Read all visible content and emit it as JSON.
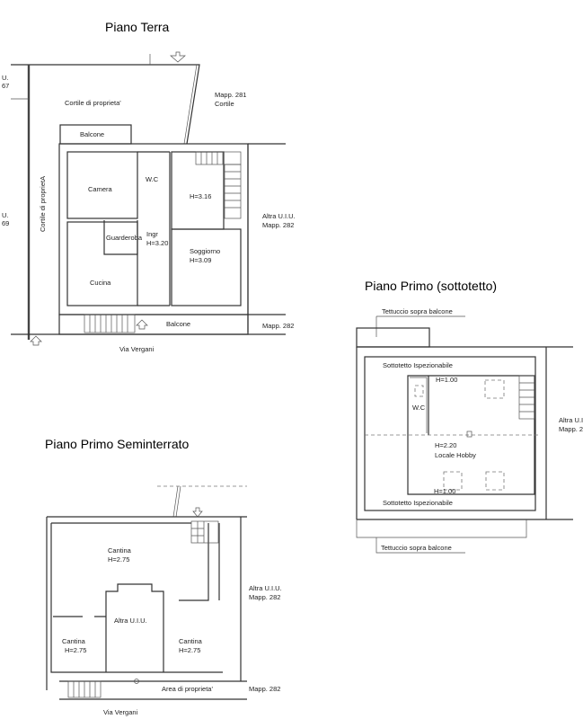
{
  "ground_floor": {
    "title": "Piano Terra",
    "labels": {
      "cortile": "Cortile di proprieta'",
      "cortile_side": "Cortile di proprietA",
      "mapp281": "Mapp. 281",
      "cortile2": "Cortile",
      "balcone_top": "Balcone",
      "camera": "Camera",
      "wc": "W.C",
      "h316": "H=3.16",
      "altra": "Altra U.I.U.",
      "mapp282": "Mapp. 282",
      "guardaroba": "Guarderoba",
      "ingr": "Ingr",
      "ingr_h": "H=3.20",
      "soggiorno": "Soggiorno",
      "soggiorno_h": "H=3.09",
      "cucina": "Cucina",
      "balcone_bottom": "Balcone",
      "mapp282b": "Mapp. 282",
      "street": "Via Vergani",
      "left_u1": "U.",
      "left_67": "67",
      "left_u2": "U.",
      "left_69": "69"
    }
  },
  "first_floor": {
    "title": "Piano Primo (sottotetto)",
    "labels": {
      "tettuccio_top": "Tettuccio sopra balcone",
      "sottotetto_top": "Sottotetto Ispezionabile",
      "h100_top": "H=1.00",
      "wc": "W.C",
      "h220": "H=2.20",
      "locale": "Locale Hobby",
      "h100_bottom": "H=1.00",
      "sottotetto_bottom": "Sottotetto Ispezionabile",
      "tettuccio_bottom": "Tettuccio sopra balcone",
      "altra": "Altra U.I.U.",
      "mapp": "Mapp. 2"
    }
  },
  "basement": {
    "title": "Piano Primo Seminterrato",
    "labels": {
      "cantina_main": "Cantina",
      "cantina_main_h": "H=2.75",
      "altra_center": "Altra U.I.U.",
      "cantina_left": "Cantina",
      "cantina_left_h": "H=2.75",
      "cantina_right": "Cantina",
      "cantina_right_h": "H=2.75",
      "altra_right": "Altra U.I.U.",
      "mapp282": "Mapp. 282",
      "area": "Area di proprieta'",
      "mapp282b": "Mapp. 282",
      "street": "Via Vergani"
    }
  }
}
